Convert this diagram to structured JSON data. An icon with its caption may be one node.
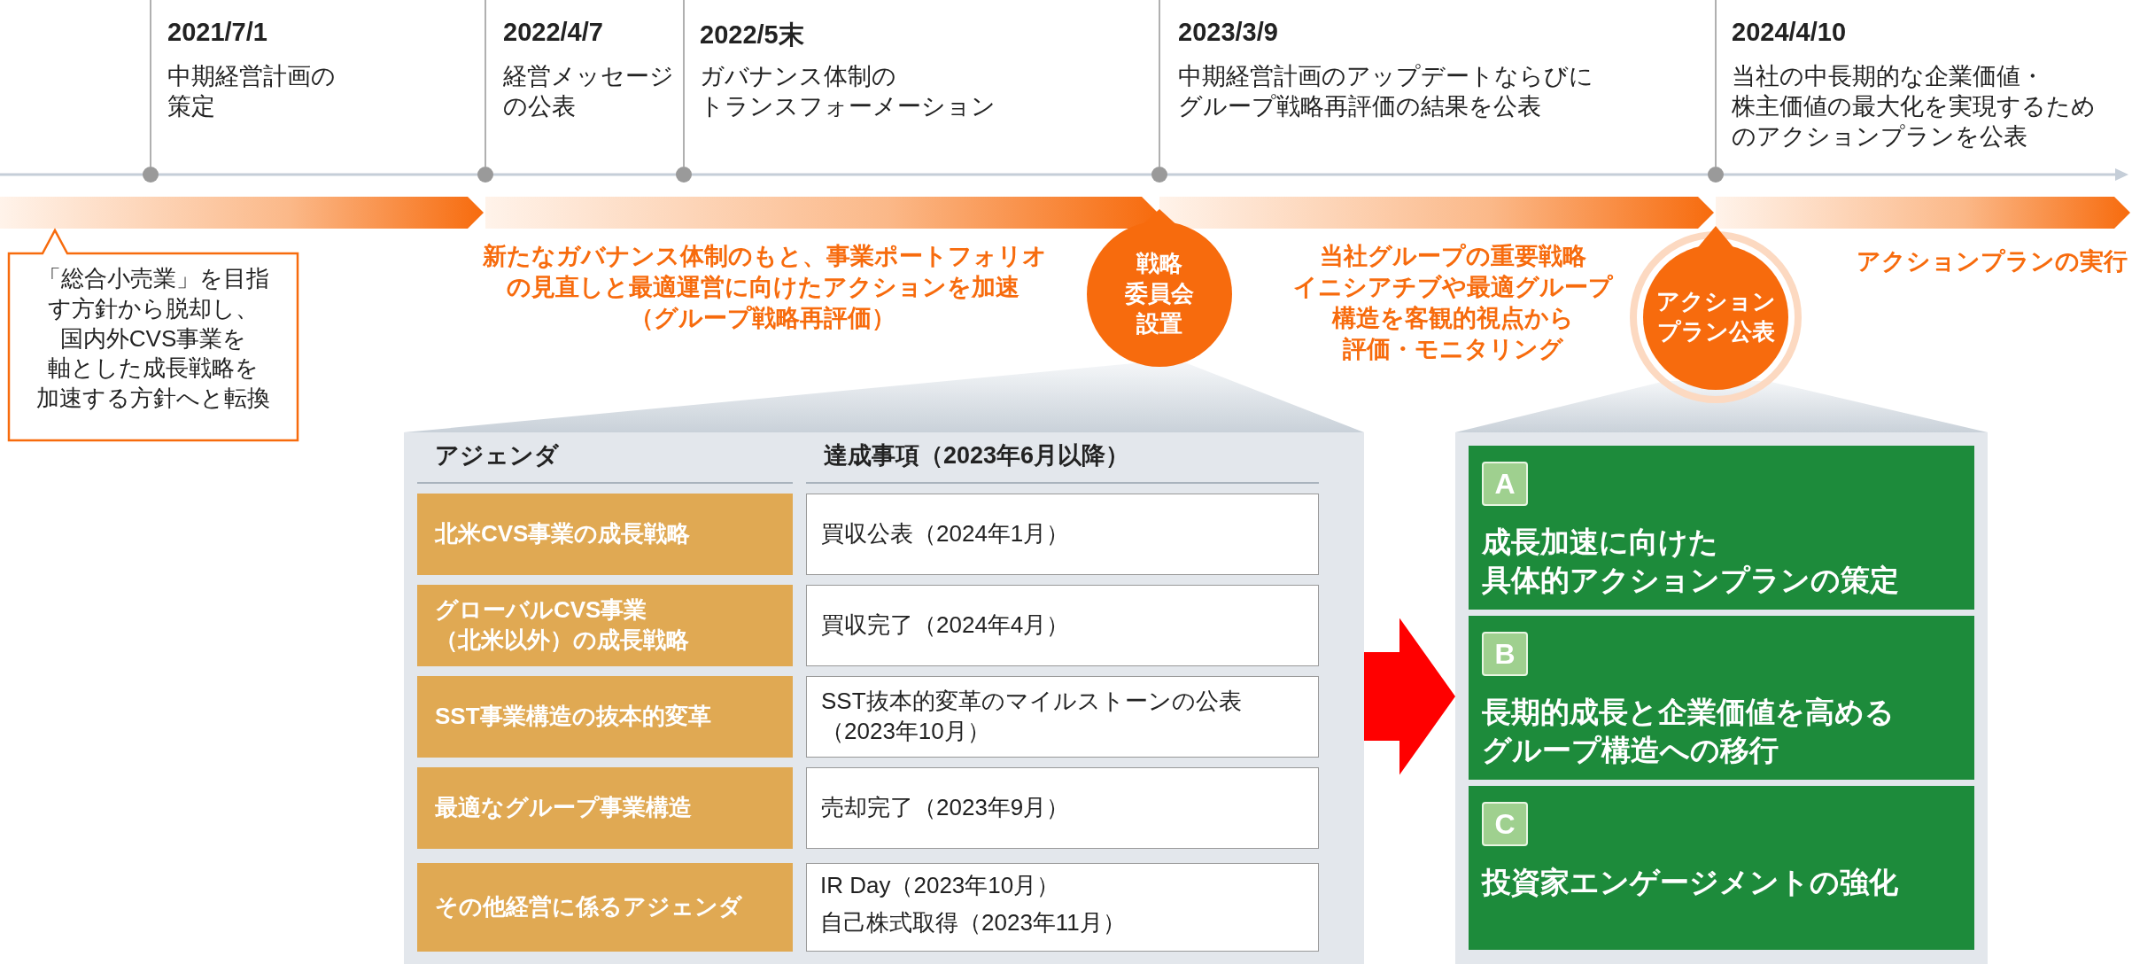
{
  "diagram": {
    "nodes": [
      {
        "text": [
          "「総合小売業」を目指す方針から脱却し、国内外CVS事業を軸とした成長戦略を加速する方針へと転換"
        ]
      },
      {
        "text": [
          "戦略委員会設置"
        ]
      },
      {
        "text": [
          "アクションプラン公表"
        ]
      },
      {
        "text": [],
        "shape": "box"
      },
      {
        "text": [],
        "shape": "box"
      },
      {
        "text": [
          "A",
          "成長加速に向けた具体的アクションプランの策定"
        ],
        "in": 4
      },
      {
        "text": [
          "B",
          "長期的成長と企業価値を高めるグループ構造への移行"
        ],
        "in": 4
      },
      {
        "text": [
          "C",
          "投資家エンゲージメントの強化"
        ],
        "in": 4
      }
    ],
    "edges": [
      {
        "from": 3,
        "to": 4,
        "arrow": "to"
      }
    ],
    "labels": [
      "2021/7/1",
      "中期経営計画の策定",
      "2022/4/7",
      "経営メッセージの公表",
      "2022/5末",
      "ガバナンス体制のトランスフォーメーション",
      "2023/3/9",
      "中期経営計画のアップデートならびにグループ戦略再評価の結果を公表",
      "2024/4/10",
      "当社の中長期的な企業価値・株主価値の最大化を実現するためのアクションプランを公表",
      "新たなガバナンス体制のもと、事業ポートフォリオの見直しと最適運営に向けたアクションを加速（グループ戦略再評価）",
      "当社グループの重要戦略イニシアチブや最適グループ構造を客観的視点から評価・モニタリング",
      "アクションプランの実行",
      "アジェンダ",
      "達成事項（2023年6月以降）",
      "北米CVS事業の成長戦略",
      "買収公表（2024年1月）",
      "グローバルCVS事業（北米以外）の成長戦略",
      "買収完了（2024年4月）",
      "SST事業構造の抜本的変革",
      "SST抜本的変革のマイルストーンの公表（2023年10月）",
      "最適なグループ事業構造",
      "売却完了（2023年9月）",
      "その他経営に係るアジェンダ",
      "IR Day（2023年10月）",
      "自己株式取得（2023年11月）"
    ]
  }
}
